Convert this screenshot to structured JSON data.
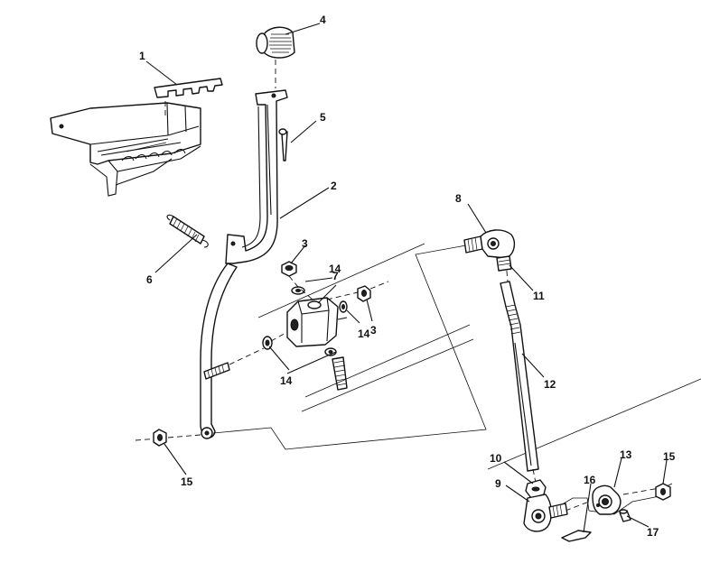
{
  "callouts": [
    {
      "id": "c1",
      "text": "1"
    },
    {
      "id": "c2",
      "text": "2"
    },
    {
      "id": "c3a",
      "text": "3"
    },
    {
      "id": "c3b",
      "text": "3"
    },
    {
      "id": "c4",
      "text": "4"
    },
    {
      "id": "c5",
      "text": "5"
    },
    {
      "id": "c6",
      "text": "6"
    },
    {
      "id": "c7",
      "text": "7"
    },
    {
      "id": "c8",
      "text": "8"
    },
    {
      "id": "c9",
      "text": "9"
    },
    {
      "id": "c10",
      "text": "10"
    },
    {
      "id": "c11",
      "text": "11"
    },
    {
      "id": "c12",
      "text": "12"
    },
    {
      "id": "c13",
      "text": "13"
    },
    {
      "id": "c14a",
      "text": "14"
    },
    {
      "id": "c14b",
      "text": "14"
    },
    {
      "id": "c14c",
      "text": "14"
    },
    {
      "id": "c15a",
      "text": "15"
    },
    {
      "id": "c15b",
      "text": "15"
    },
    {
      "id": "c16",
      "text": "16"
    },
    {
      "id": "c17",
      "text": "17"
    }
  ]
}
